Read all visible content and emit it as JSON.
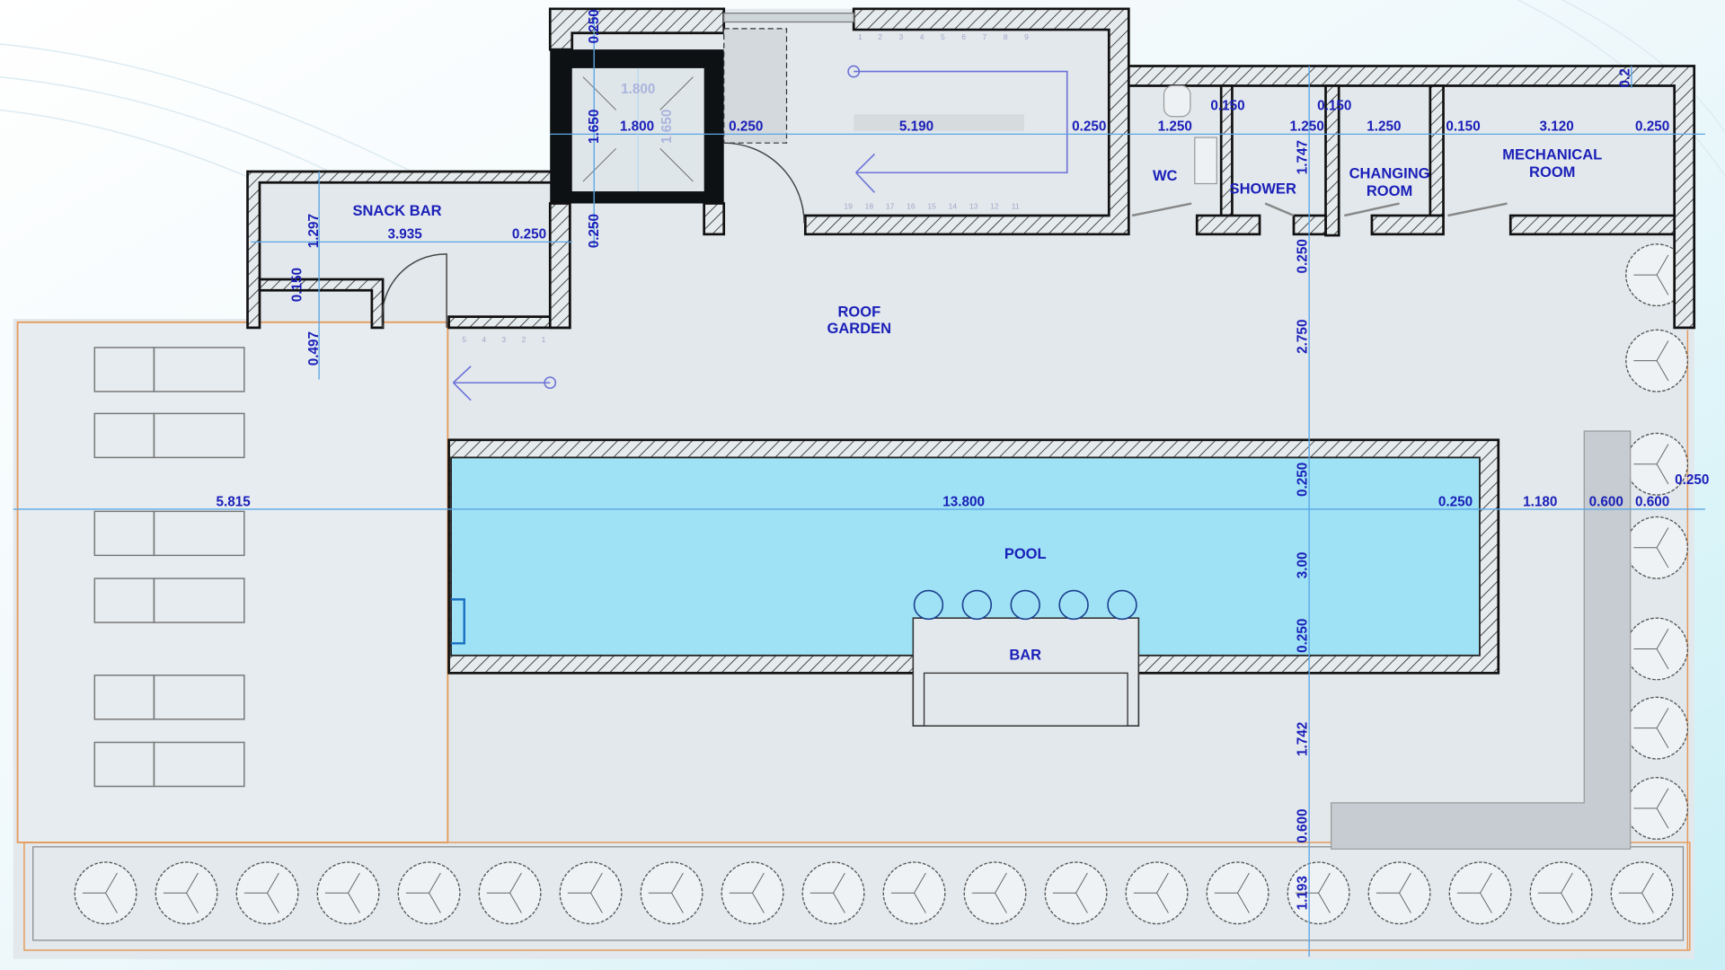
{
  "rooms": {
    "snack_bar": "SNACK BAR",
    "roof_garden": [
      "ROOF",
      "GARDEN"
    ],
    "pool": "POOL",
    "bar": "BAR",
    "wc": "WC",
    "shower": "SHOWER",
    "changing_room": [
      "CHANGING",
      "ROOM"
    ],
    "mechanical_room": [
      "MECHANICAL",
      "ROOM"
    ]
  },
  "dims": {
    "pool_row": [
      "5.815",
      "13.800",
      "0.250",
      "1.180",
      "0.600",
      "0.600",
      "0.250"
    ],
    "top_row": [
      "1.800",
      "0.250",
      "5.190",
      "0.250",
      "1.250",
      "0.150",
      "1.250",
      "0.150",
      "1.250",
      "0.150",
      "3.120",
      "0.250"
    ],
    "snack_row": [
      "3.935",
      "0.250"
    ],
    "lift_vertical": [
      "0.250",
      "1.650",
      "0.250"
    ],
    "lift_faded": [
      "1.800",
      "1.650"
    ],
    "snack_vertical": [
      "1.297",
      "0.150",
      "0.497"
    ],
    "main_vertical": [
      "1.747",
      "0.250",
      "2.750",
      "0.250",
      "3.00",
      "0.250",
      "1.742",
      "0.600",
      "1.193"
    ],
    "mech_vertical": "0.2"
  },
  "stairs": {
    "top_numbers": [
      "1",
      "2",
      "3",
      "4",
      "5",
      "6",
      "7",
      "8",
      "9"
    ],
    "bottom_numbers": [
      "19",
      "18",
      "17",
      "16",
      "15",
      "14",
      "13",
      "12",
      "11"
    ],
    "small_numbers": [
      "5",
      "4",
      "3",
      "2",
      "1"
    ]
  },
  "colors": {
    "pool_water": "#9fe2f5",
    "floor": "#e2e8ec",
    "dimension_text": "#1a1fb8",
    "deck_outline": "#e59a5a"
  }
}
